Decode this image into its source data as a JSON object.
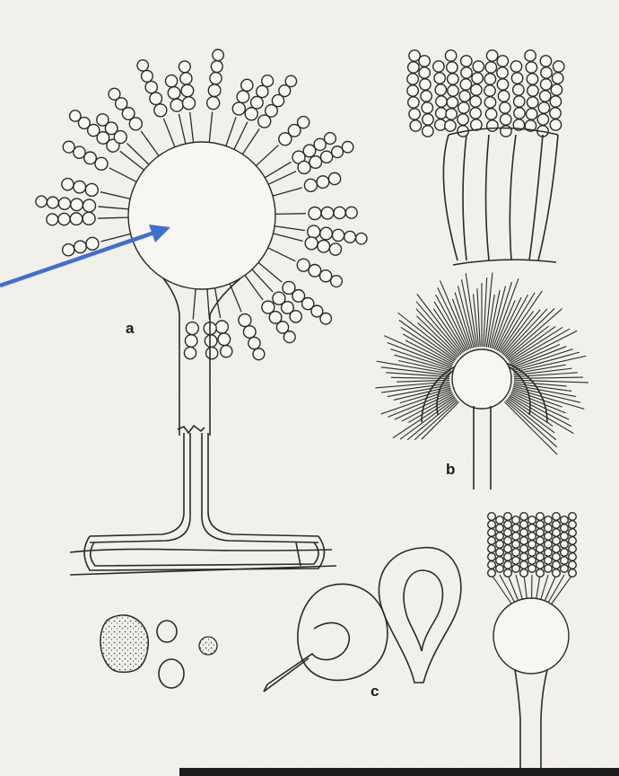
{
  "labels": {
    "a": "a",
    "b": "b",
    "c": "c"
  },
  "colors": {
    "arrow": "#3f6fd1",
    "ink": "#2a2a2a",
    "paper": "#f3f1ec"
  }
}
